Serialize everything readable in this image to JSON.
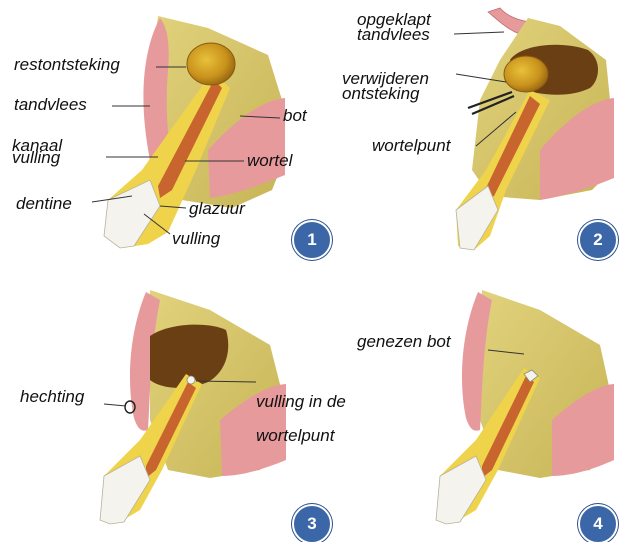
{
  "panels": [
    {
      "number": "1",
      "labels": {
        "restontsteking": "restontsteking",
        "tandvlees": "tandvlees",
        "bot": "bot",
        "kanaal": "kanaal",
        "vulling_kanaal": "vulling",
        "wortel": "wortel",
        "dentine": "dentine",
        "glazuur": "glazuur",
        "vulling": "vulling"
      }
    },
    {
      "number": "2",
      "labels": {
        "opgeklapt": "opgeklapt",
        "tandvlees": "tandvlees",
        "verwijderen": "verwijderen",
        "ontsteking": "ontsteking",
        "wortelpunt": "wortelpunt"
      }
    },
    {
      "number": "3",
      "labels": {
        "hechting": "hechting",
        "vulling_in_de": "vulling in de",
        "wortelpunt": "wortelpunt"
      }
    },
    {
      "number": "4",
      "labels": {
        "genezen_bot": "genezen bot"
      }
    }
  ],
  "colors": {
    "bone": "#d6c76b",
    "gum": "#e79a9c",
    "dentine": "#efd34a",
    "root_canal": "#c8642e",
    "enamel": "#f4f3ee",
    "lesion": "#6b3f14",
    "badge": "#3b66a8"
  }
}
